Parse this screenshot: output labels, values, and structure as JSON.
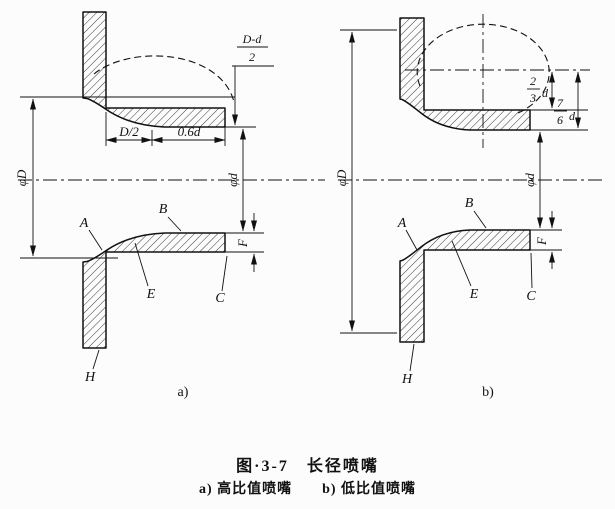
{
  "figure": {
    "caption_title": "图·3-7　长径喷嘴",
    "caption_sub": "a) 高比值喷嘴　　b) 低比值喷嘴",
    "sublabel_a": "a)",
    "sublabel_b": "b)"
  },
  "drawing_a": {
    "frac_top_num": "D-d",
    "frac_top_den": "2",
    "dim_d_half": "D/2",
    "dim_06d": "0.6d",
    "dim_phiD": "φD",
    "dim_phid": "φd",
    "dim_F": "F",
    "pt_A": "A",
    "pt_B": "B",
    "pt_C": "C",
    "pt_E": "E",
    "pt_H": "H"
  },
  "drawing_b": {
    "frac23_num": "2",
    "frac23_den": "3",
    "frac23_d": "d",
    "frac76_num": "7",
    "frac76_den": "6",
    "frac76_d": "d",
    "dim_phiD": "φD",
    "dim_phid": "φd",
    "dim_F": "F",
    "pt_A": "A",
    "pt_B": "B",
    "pt_C": "C",
    "pt_E": "E",
    "pt_H": "H"
  }
}
